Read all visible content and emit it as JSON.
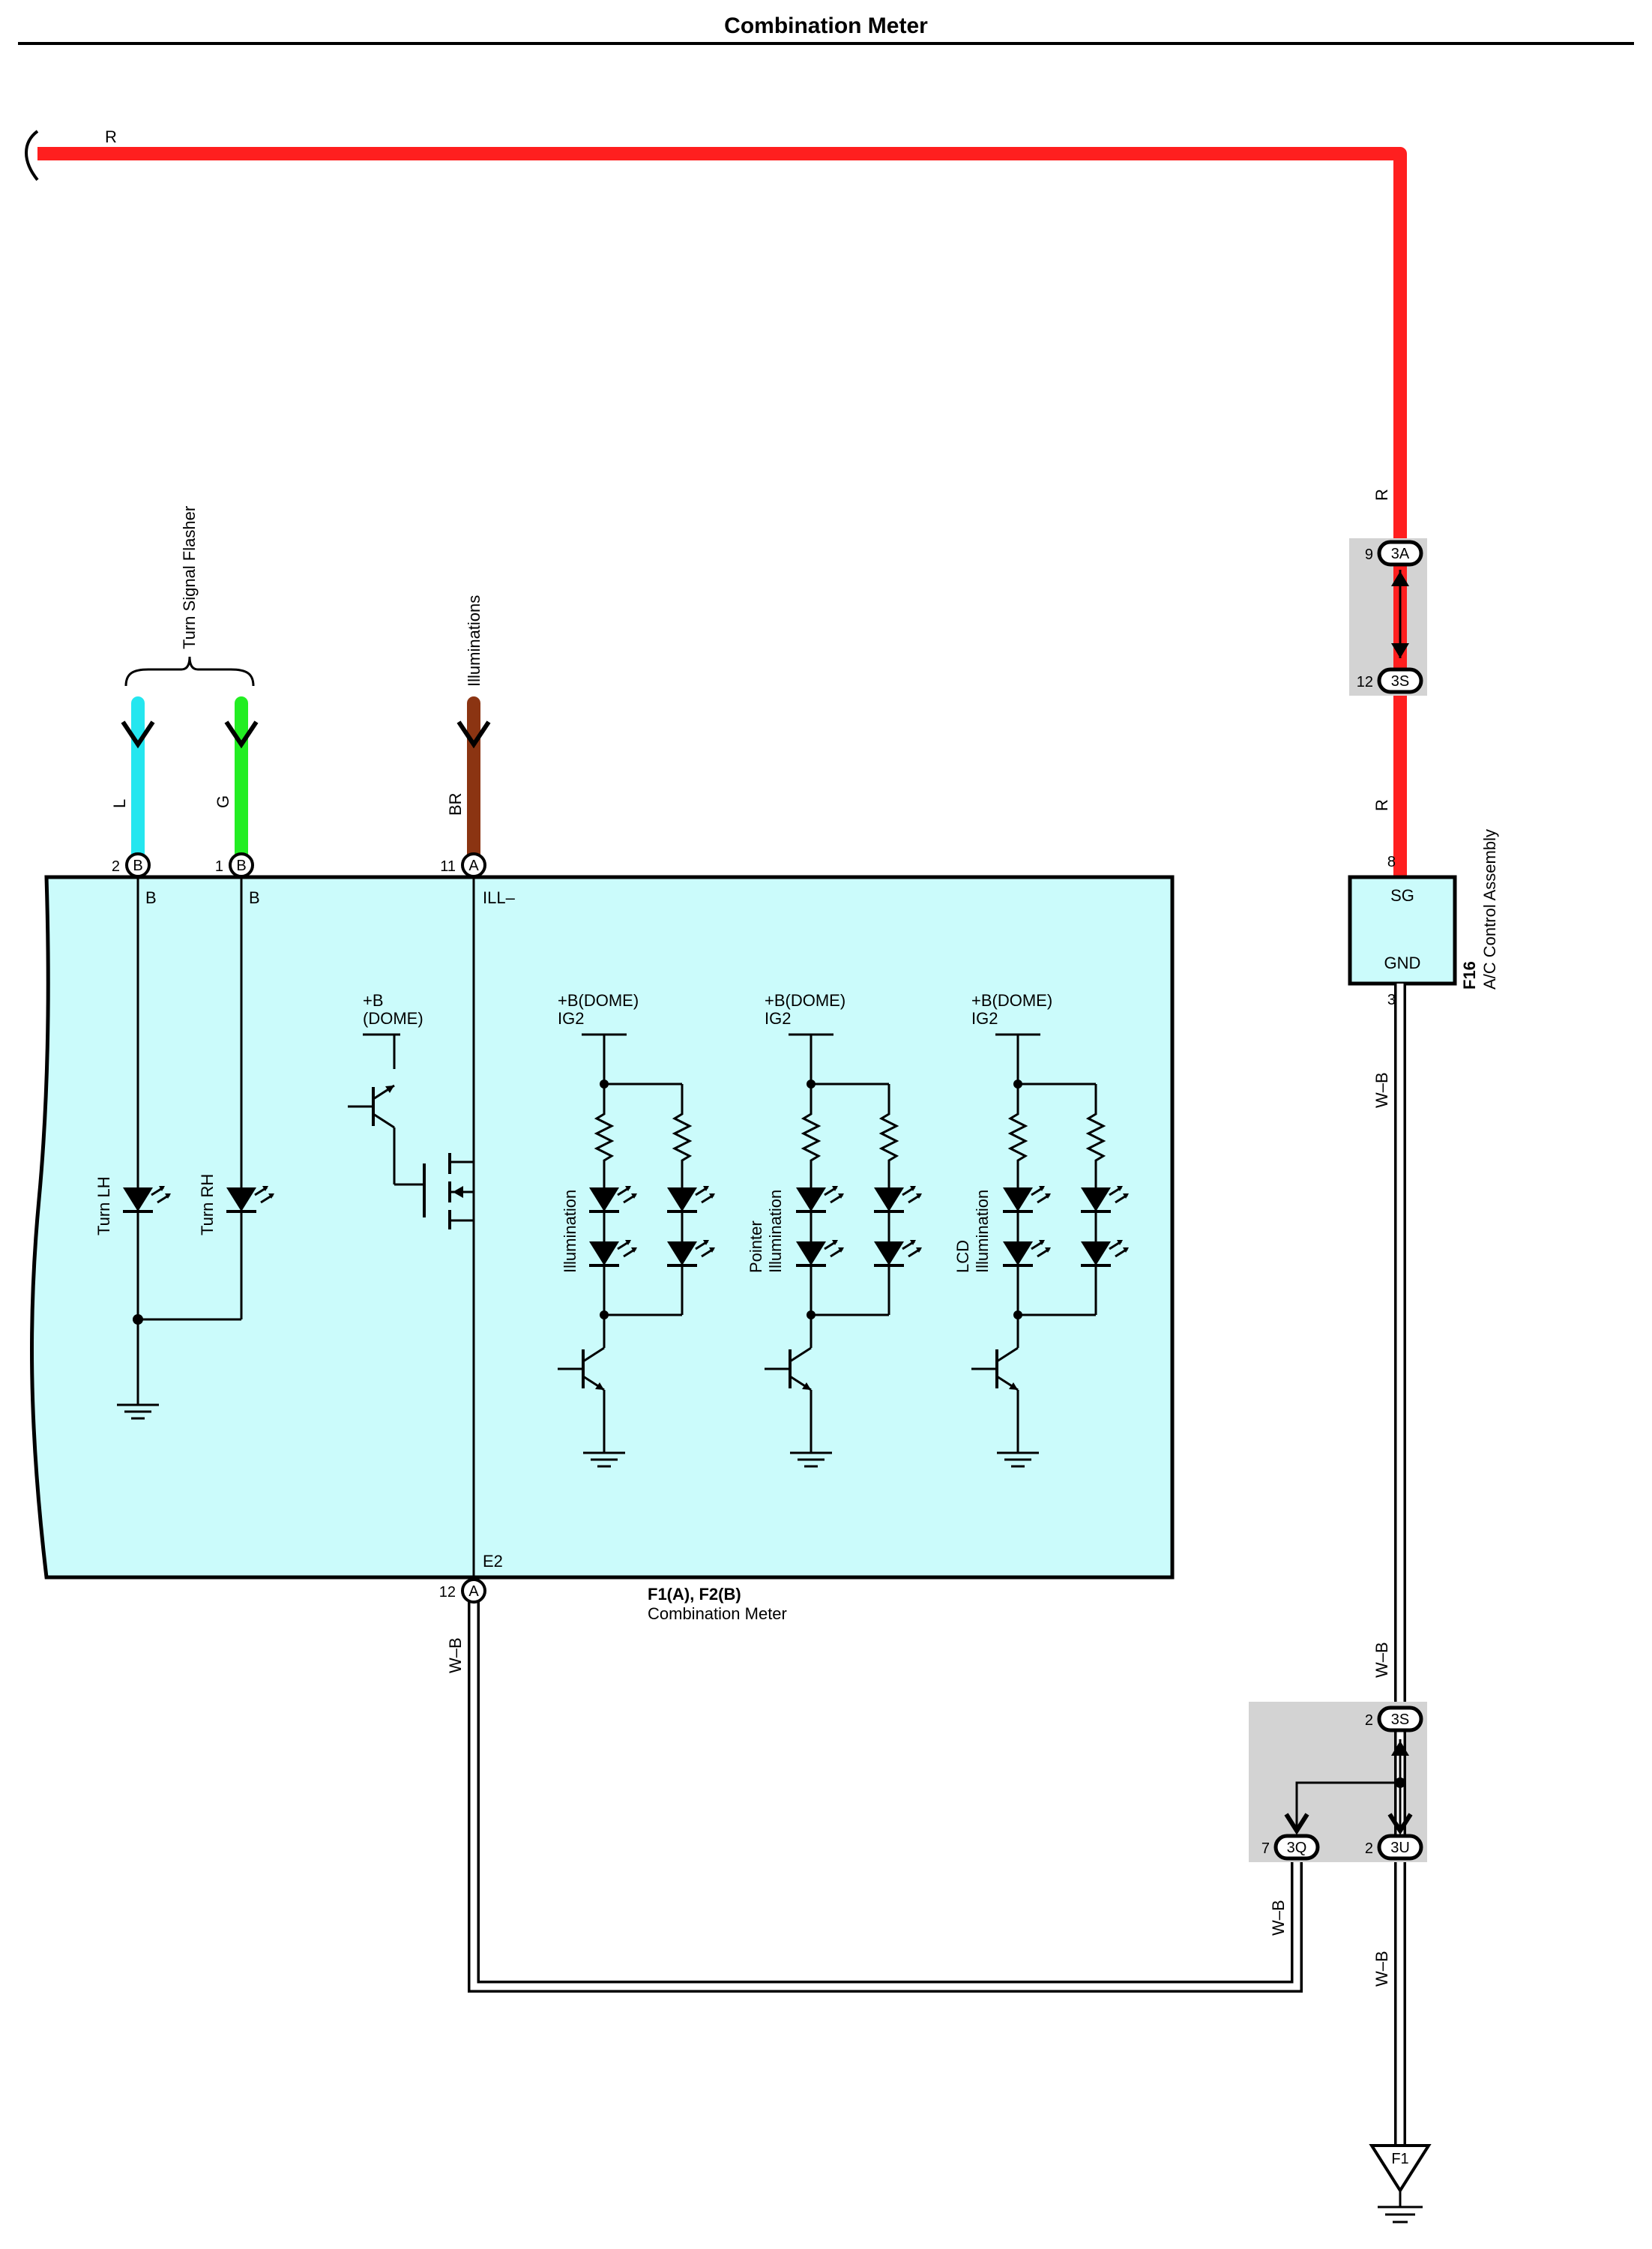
{
  "title": "Combination Meter",
  "wire_colors": {
    "R": "#ff1f1f",
    "L": "#25e6ef",
    "G": "#22ee22",
    "BR": "#8b3412",
    "W-B": "#ffffff",
    "meter_fill": "#cbfbfb",
    "splice_fill": "#d3d3d3"
  },
  "wires": {
    "top_r": "R",
    "r_upper": "R",
    "r_lower": "R",
    "l": "L",
    "g": "G",
    "br": "BR",
    "wb_left": "W–B",
    "wb_right_upper": "W–B",
    "wb_right_mid": "W–B",
    "wb_3q": "W–B",
    "wb_bottom": "W–B"
  },
  "labels": {
    "turn_signal_flasher": "Turn Signal Flasher",
    "illuminations": "Illuminations"
  },
  "meter": {
    "codes": "F1(A), F2(B)",
    "name": "Combination Meter",
    "pins": {
      "p2": "2",
      "p2_conn": "B",
      "p1": "1",
      "p1_conn": "B",
      "p11": "11",
      "p11_conn": "A",
      "p12": "12",
      "p12_conn": "A"
    },
    "terminals": {
      "b_left": "B",
      "b_right": "B",
      "ill": "ILL–",
      "e2": "E2"
    },
    "components": {
      "turn_lh": "Turn LH",
      "turn_rh": "Turn RH",
      "dome_b": "+B",
      "dome_paren": "(DOME)",
      "supply1_a": "+B(DOME)",
      "supply1_b": "IG2",
      "supply2_a": "+B(DOME)",
      "supply2_b": "IG2",
      "supply3_a": "+B(DOME)",
      "supply3_b": "IG2",
      "illumination": "Illumination",
      "pointer_a": "Pointer",
      "pointer_b": "Illumination",
      "lcd_a": "LCD",
      "lcd_b": "Illumination"
    }
  },
  "ac": {
    "code": "F16",
    "name": "A/C Control Assembly",
    "sg": "SG",
    "gnd": "GND",
    "pin_top": "8",
    "pin_bottom": "3"
  },
  "connectors": {
    "c3a_pin": "9",
    "c3a": "3A",
    "c3s_top_pin": "12",
    "c3s_top": "3S",
    "c3s_bot_pin": "2",
    "c3s_bot": "3S",
    "c3q_pin": "7",
    "c3q": "3Q",
    "c3u_pin": "2",
    "c3u": "3U"
  },
  "ground": "F1"
}
